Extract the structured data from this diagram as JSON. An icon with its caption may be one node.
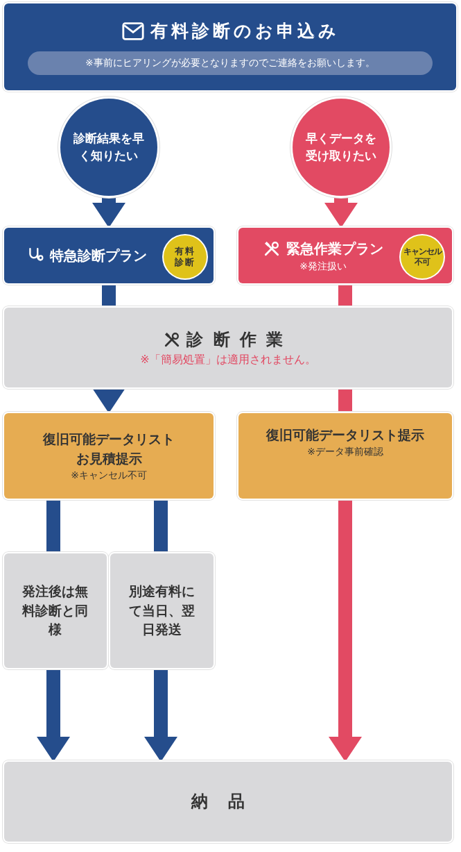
{
  "diagram": {
    "nodes": [
      {
        "text": [
          "有料診断のお申込み",
          "※事前にヒアリングが必要となりますのでご連絡をお願いします。"
        ]
      },
      {
        "text": [
          "診断結果を早く知りたい"
        ]
      },
      {
        "text": [
          "早くデータを受け取りたい"
        ]
      },
      {
        "text": [
          "特急診断プラン"
        ]
      },
      {
        "text": [
          "有料診断"
        ],
        "in": 3
      },
      {
        "text": [
          "緊急作業プラン",
          "※発注扱い"
        ]
      },
      {
        "text": [
          "キャンセル不可"
        ],
        "in": 5
      },
      {
        "text": [
          "診断作業",
          "※「簡易処置」は適用されません。"
        ]
      },
      {
        "text": [
          "復旧可能データリストお見積提示",
          "※キャンセル不可"
        ]
      },
      {
        "text": [
          "復旧可能データリスト提示",
          "※データ事前確認"
        ]
      },
      {
        "text": [
          "発注後は無料診断と同様"
        ]
      },
      {
        "text": [
          "別途有料にて当日、翌日発送"
        ]
      },
      {
        "text": [
          "納品"
        ]
      }
    ],
    "edges": [
      {
        "from": 1,
        "to": 3,
        "arrow": "to"
      },
      {
        "from": 2,
        "to": 5,
        "arrow": "to",
        "color": "#e24a63"
      },
      {
        "from": 3,
        "to": 7,
        "arrow": "none"
      },
      {
        "from": 5,
        "to": 7,
        "arrow": "none",
        "color": "#e24a63"
      },
      {
        "from": 7,
        "to": 8,
        "arrow": "to"
      },
      {
        "from": 7,
        "to": 9,
        "arrow": "none",
        "color": "#e24a63"
      },
      {
        "from": 8,
        "to": 10,
        "arrow": "none"
      },
      {
        "from": 8,
        "to": 11,
        "arrow": "none"
      },
      {
        "from": 10,
        "to": 12,
        "arrow": "to"
      },
      {
        "from": 11,
        "to": 12,
        "arrow": "to"
      },
      {
        "from": 9,
        "to": 12,
        "arrow": "to",
        "color": "#e24a63"
      }
    ]
  }
}
